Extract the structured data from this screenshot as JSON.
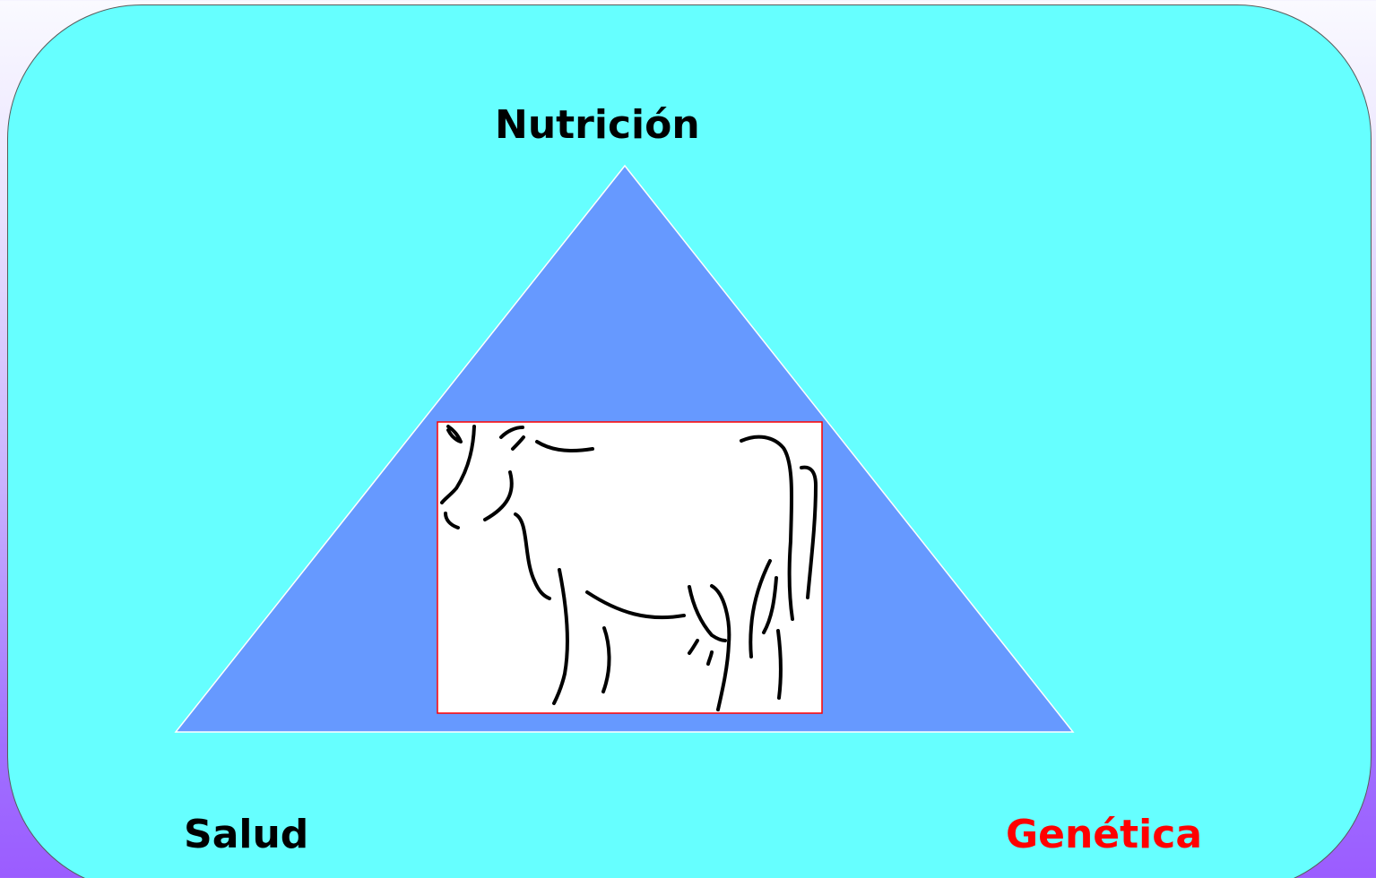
{
  "labels": {
    "top": "Nutrición",
    "bottom_left": "Salud",
    "bottom_right": "Genética"
  },
  "colors": {
    "panel": "#66ffff",
    "triangle": "#6699ff",
    "frame_border": "#ff0000",
    "right_label": "#ff0000",
    "text": "#000000"
  },
  "image": {
    "subject": "cow line drawing"
  }
}
